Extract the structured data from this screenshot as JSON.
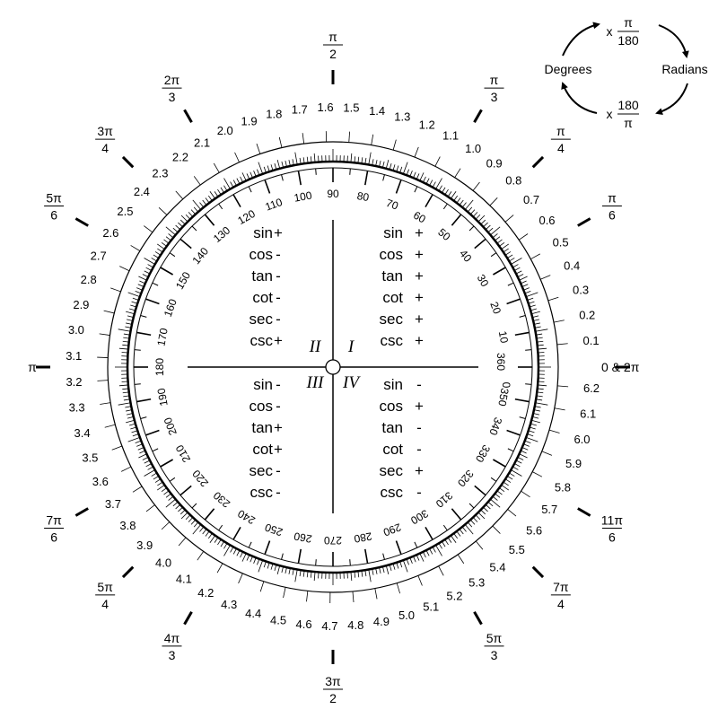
{
  "degree_labels": [
    "0",
    "10",
    "20",
    "30",
    "40",
    "50",
    "60",
    "70",
    "80",
    "90",
    "100",
    "110",
    "120",
    "130",
    "140",
    "150",
    "160",
    "170",
    "180",
    "190",
    "200",
    "210",
    "220",
    "230",
    "240",
    "250",
    "260",
    "270",
    "280",
    "290",
    "300",
    "310",
    "320",
    "330",
    "340",
    "350",
    "360"
  ],
  "radian_labels": [
    "0.1",
    "0.2",
    "0.3",
    "0.4",
    "0.5",
    "0.6",
    "0.7",
    "0.8",
    "0.9",
    "1.0",
    "1.1",
    "1.2",
    "1.3",
    "1.4",
    "1.5",
    "1.6",
    "1.7",
    "1.8",
    "1.9",
    "2.0",
    "2.1",
    "2.2",
    "2.3",
    "2.4",
    "2.5",
    "2.6",
    "2.7",
    "2.8",
    "2.9",
    "3.0",
    "3.1",
    "3.2",
    "3.3",
    "3.4",
    "3.5",
    "3.6",
    "3.7",
    "3.8",
    "3.9",
    "4.0",
    "4.1",
    "4.2",
    "4.3",
    "4.4",
    "4.5",
    "4.6",
    "4.7",
    "4.8",
    "4.9",
    "5.0",
    "5.1",
    "5.2",
    "5.3",
    "5.4",
    "5.5",
    "5.6",
    "5.7",
    "5.8",
    "5.9",
    "6.0",
    "6.1",
    "6.2"
  ],
  "special_angles": [
    {
      "deg": 0,
      "label": "0 & 2π"
    },
    {
      "deg": 30,
      "num": "π",
      "den": "6"
    },
    {
      "deg": 45,
      "num": "π",
      "den": "4"
    },
    {
      "deg": 60,
      "num": "π",
      "den": "3"
    },
    {
      "deg": 90,
      "num": "π",
      "den": "2"
    },
    {
      "deg": 120,
      "num": "2π",
      "den": "3"
    },
    {
      "deg": 135,
      "num": "3π",
      "den": "4"
    },
    {
      "deg": 150,
      "num": "5π",
      "den": "6"
    },
    {
      "deg": 180,
      "label": "π"
    },
    {
      "deg": 210,
      "num": "7π",
      "den": "6"
    },
    {
      "deg": 225,
      "num": "5π",
      "den": "4"
    },
    {
      "deg": 240,
      "num": "4π",
      "den": "3"
    },
    {
      "deg": 270,
      "num": "3π",
      "den": "2"
    },
    {
      "deg": 300,
      "num": "5π",
      "den": "3"
    },
    {
      "deg": 315,
      "num": "7π",
      "den": "4"
    },
    {
      "deg": 330,
      "num": "11π",
      "den": "6"
    }
  ],
  "quadrant_names": [
    "I",
    "II",
    "III",
    "IV"
  ],
  "trig_functions": [
    "sin",
    "cos",
    "tan",
    "cot",
    "sec",
    "csc"
  ],
  "quadrant_signs": {
    "I": [
      "+",
      "+",
      "+",
      "+",
      "+",
      "+"
    ],
    "II": [
      "+",
      "-",
      "-",
      "-",
      "-",
      "+"
    ],
    "III": [
      "-",
      "-",
      "+",
      "+",
      "-",
      "-"
    ],
    "IV": [
      "-",
      "+",
      "-",
      "-",
      "+",
      "-"
    ]
  },
  "conversion": {
    "degrees": "Degrees",
    "radians": "Radians",
    "times": "x",
    "to_rad_num": "π",
    "to_rad_den": "180",
    "to_deg_num": "180",
    "to_deg_den": "π"
  }
}
